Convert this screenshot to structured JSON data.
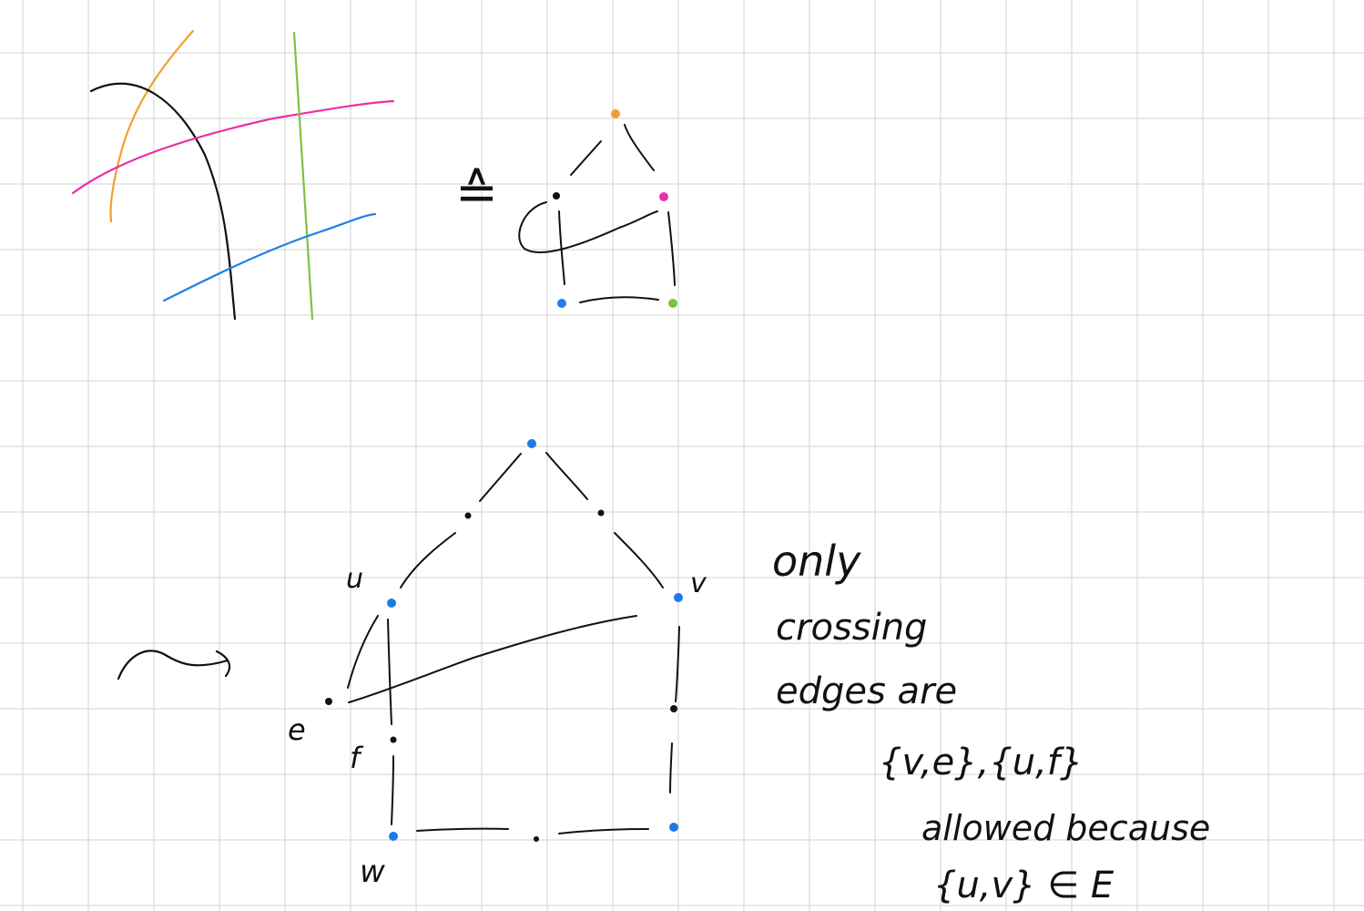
{
  "colors": {
    "grid": "#d9d9d9",
    "ink": "#111111",
    "orange": "#f0a030",
    "pink": "#ee2ea8",
    "green": "#7cc242",
    "blue": "#1f7fe8",
    "vertex_blue": "#1a7be6"
  },
  "symbols": {
    "hat_equals": "≙",
    "leads_to": "⤳"
  },
  "labels": {
    "u": "u",
    "v": "v",
    "e": "e",
    "f": "f",
    "w": "w"
  },
  "notes": {
    "line1": "only",
    "line2": "crossing",
    "line3": "edges are",
    "line4": "{v,e},{u,f}",
    "line5": "allowed because",
    "line6": "{u,v} ∈ E"
  }
}
